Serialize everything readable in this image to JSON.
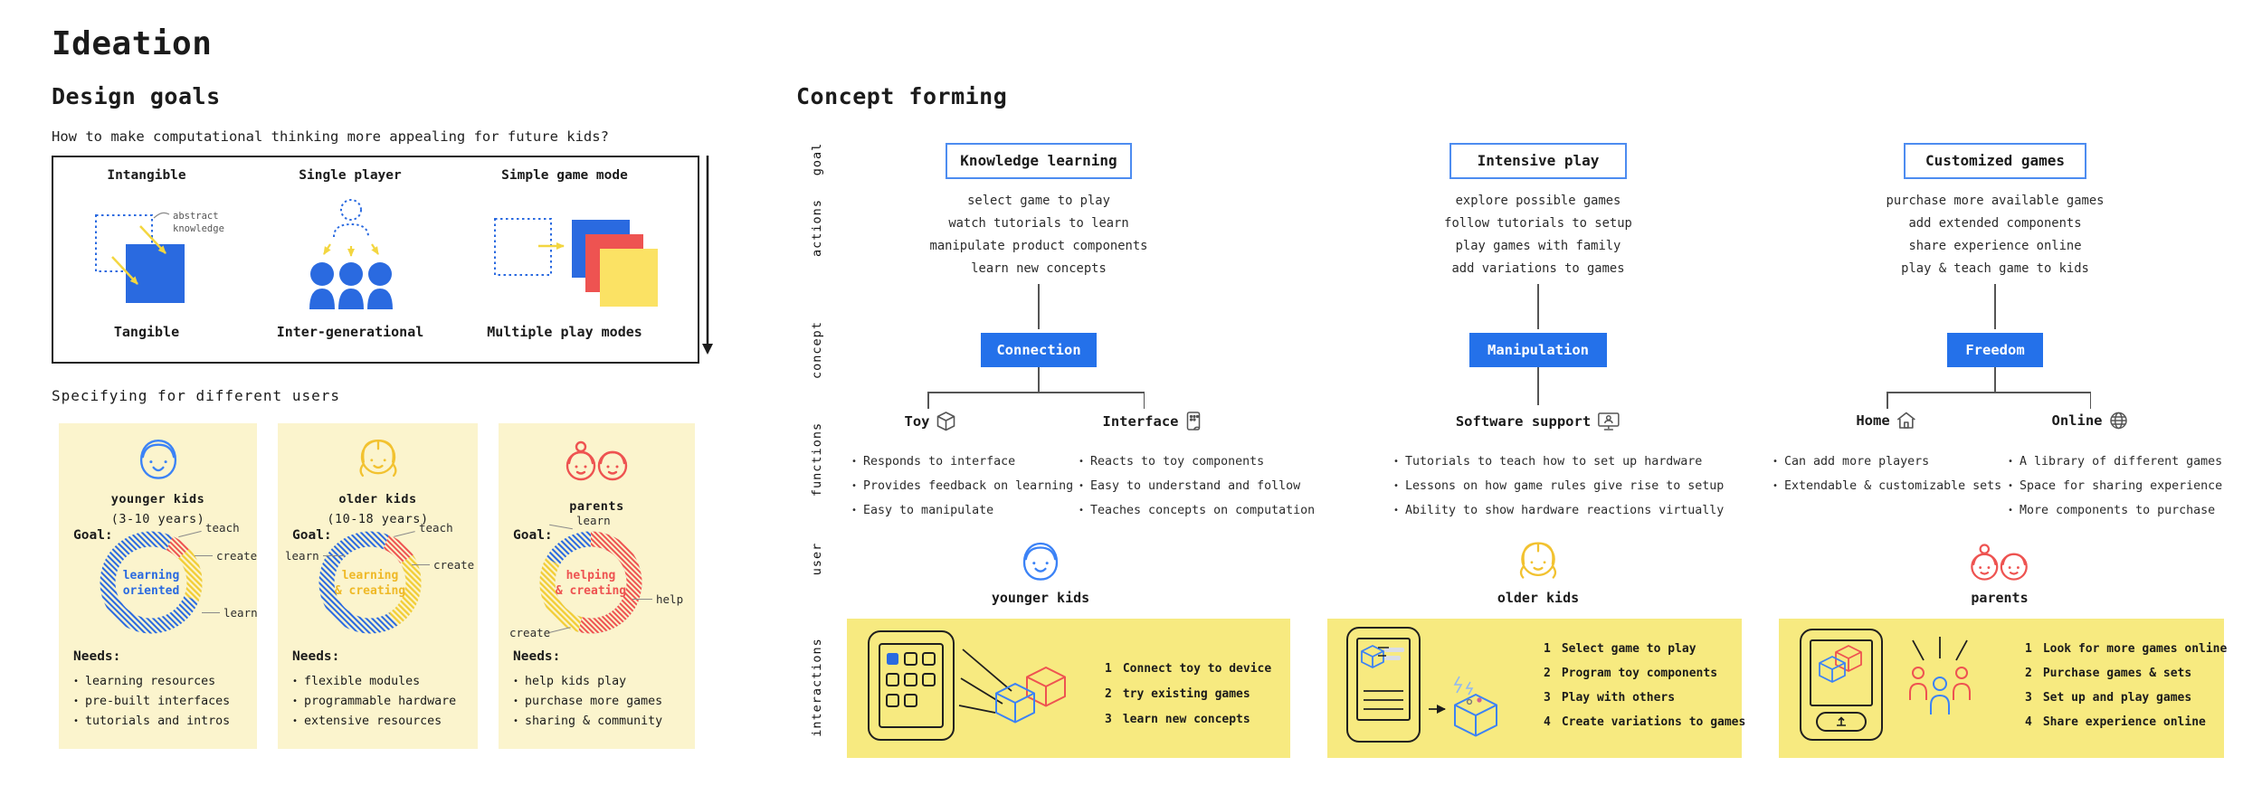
{
  "page": {
    "title": "Ideation"
  },
  "design_goals": {
    "heading": "Design goals",
    "question": "How to make computational thinking more appealing for future kids?",
    "panels": [
      {
        "from_label": "Intangible",
        "to_label": "Tangible",
        "annotation_line1": "abstract",
        "annotation_line2": "knowledge"
      },
      {
        "from_label": "Single player",
        "to_label": "Inter-generational"
      },
      {
        "from_label": "Simple game mode",
        "to_label": "Multiple play modes"
      }
    ]
  },
  "specifying": {
    "heading": "Specifying for different users",
    "goal_label": "Goal:",
    "needs_label": "Needs:",
    "cards": [
      {
        "user": "younger kids",
        "age": "(3-10 years)",
        "icon": "boy-face-icon",
        "donut": {
          "center_line1": "learning",
          "center_line2": "oriented",
          "center_color": "#2a6ae0",
          "labels": {
            "teach": "teach",
            "create": "create",
            "learn": "learn"
          },
          "segments": [
            {
              "label": "learn",
              "color": "blue",
              "percent": 76
            },
            {
              "label": "teach",
              "color": "red",
              "percent": 6.5
            },
            {
              "label": "create",
              "color": "yellow",
              "percent": 17.5
            }
          ],
          "red_dash": "6.5 100",
          "red_off": "-7",
          "yellow_dash": "17.5 100",
          "yellow_off": "-13.5"
        },
        "needs": [
          "learning resources",
          "pre-built interfaces",
          "tutorials and intros"
        ]
      },
      {
        "user": "older kids",
        "age": "(10-18 years)",
        "icon": "girl-face-icon",
        "donut": {
          "center_line1": "learning",
          "center_line2": "& creating",
          "center_color": "#efb927",
          "labels": {
            "teach": "teach",
            "create": "create",
            "learn": "learn"
          },
          "segments": [
            {
              "label": "learn",
              "color": "blue",
              "percent": 65
            },
            {
              "label": "teach",
              "color": "red",
              "percent": 10
            },
            {
              "label": "create",
              "color": "yellow",
              "percent": 25
            }
          ],
          "red_dash": "10 100",
          "red_off": "-6",
          "yellow_dash": "25 100",
          "yellow_off": "-16"
        },
        "needs": [
          "flexible modules",
          "programmable hardware",
          "extensive resources"
        ]
      },
      {
        "user": "parents",
        "age": "",
        "icon": "parents-icon",
        "donut": {
          "center_line1": "helping",
          "center_line2": "& creating",
          "center_color": "#ee5351",
          "labels": {
            "learn": "learn",
            "help": "help",
            "create": "create"
          },
          "segments": [
            {
              "label": "help",
              "color": "red",
              "percent": 54
            },
            {
              "label": "create",
              "color": "yellow",
              "percent": 29
            },
            {
              "label": "learn",
              "color": "blue",
              "percent": 17
            }
          ],
          "red_dash": "54 100",
          "red_off": "0",
          "yellow_dash": "29 100",
          "yellow_off": "-54"
        },
        "needs": [
          "help kids play",
          "purchase more games",
          "sharing & community"
        ]
      }
    ]
  },
  "concept_forming": {
    "heading": "Concept forming",
    "row_labels": [
      "goal",
      "actions",
      "concept",
      "functions",
      "user",
      "interactions"
    ],
    "columns": [
      {
        "goal": "Knowledge learning",
        "actions": [
          "select game to play",
          "watch tutorials to learn",
          "manipulate product components",
          "learn new concepts"
        ],
        "concept": "Connection",
        "functions": [
          {
            "name": "Toy",
            "icon": "cube-icon",
            "bullets": [
              "Responds to interface",
              "Provides feedback on learning",
              "Easy to manipulate"
            ]
          },
          {
            "name": "Interface",
            "icon": "interface-device-icon",
            "bullets": [
              "Reacts to toy components",
              "Easy to understand and follow",
              "Teaches concepts on computation"
            ]
          }
        ],
        "user": {
          "name": "younger kids",
          "icon": "boy-face-icon"
        },
        "steps": [
          {
            "n": "1",
            "text": "Connect toy to device"
          },
          {
            "n": "2",
            "text": "try existing games"
          },
          {
            "n": "3",
            "text": "learn new concepts"
          }
        ]
      },
      {
        "goal": "Intensive play",
        "actions": [
          "explore possible games",
          "follow tutorials to setup",
          "play games with family",
          "add variations to games"
        ],
        "concept": "Manipulation",
        "functions": [
          {
            "name": "Software support",
            "icon": "monitor-icon",
            "bullets": [
              "Tutorials to teach how to set up hardware",
              "Lessons on how game rules give rise to setup",
              "Ability to show hardware reactions virtually"
            ]
          }
        ],
        "user": {
          "name": "older kids",
          "icon": "girl-face-icon"
        },
        "steps": [
          {
            "n": "1",
            "text": "Select game to play"
          },
          {
            "n": "2",
            "text": "Program toy components"
          },
          {
            "n": "3",
            "text": "Play with others"
          },
          {
            "n": "4",
            "text": "Create variations to games"
          }
        ]
      },
      {
        "goal": "Customized games",
        "actions": [
          "purchase more available games",
          "add extended components",
          "share experience online",
          "play & teach game to kids"
        ],
        "concept": "Freedom",
        "functions": [
          {
            "name": "Home",
            "icon": "home-icon",
            "bullets": [
              "Can add more players",
              "Extendable & customizable sets"
            ]
          },
          {
            "name": "Online",
            "icon": "globe-icon",
            "bullets": [
              "A library of different games",
              "Space for sharing experience",
              "More components to purchase"
            ]
          }
        ],
        "user": {
          "name": "parents",
          "icon": "parents-icon"
        },
        "steps": [
          {
            "n": "1",
            "text": "Look for more games online"
          },
          {
            "n": "2",
            "text": "Purchase games & sets"
          },
          {
            "n": "3",
            "text": "Set up and play games"
          },
          {
            "n": "4",
            "text": "Share experience online"
          }
        ]
      }
    ]
  },
  "colors": {
    "blue": "#2a6ae0",
    "red": "#ee5351",
    "yellow_fill": "#fbe264",
    "yellow_hatch": "#f2cd35",
    "arrow_yellow": "#f3d640",
    "card_bg": "#fbf4cd",
    "panel_bg": "#f7ea80",
    "concept_box": "#2471ea",
    "goal_border": "#4d8cf0"
  }
}
